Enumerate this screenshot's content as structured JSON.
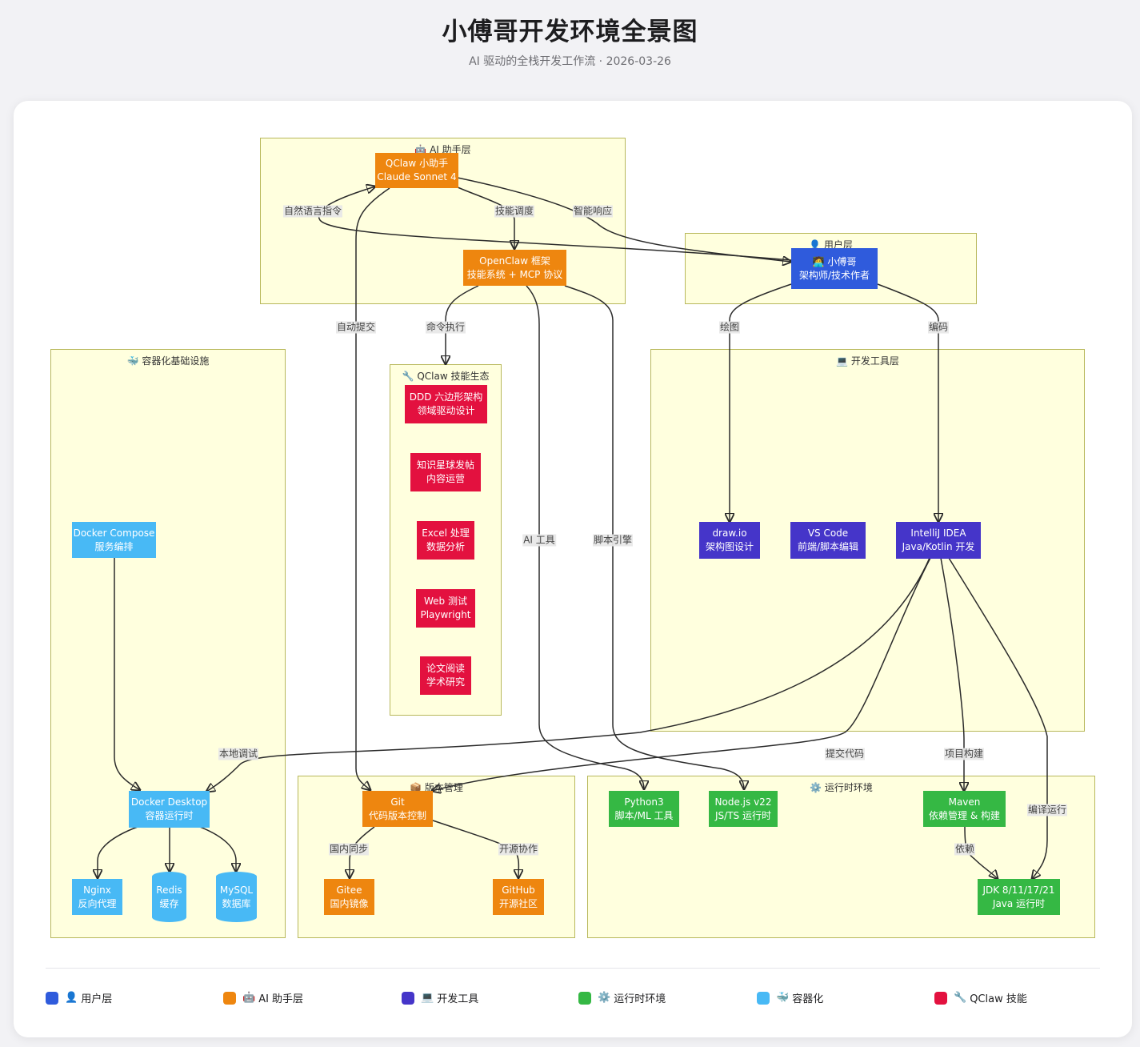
{
  "header": {
    "title": "小傅哥开发环境全景图",
    "subtitle": "AI 驱动的全栈开发工作流 · 2026-03-26"
  },
  "colors": {
    "user": "#2f5bdc",
    "ai": "#ee860f",
    "dev": "#4535c9",
    "runtime": "#35b844",
    "container": "#48b9f5",
    "skill": "#e3113f",
    "cluster_fill": "#ffffde",
    "cluster_border": "#b8b85c"
  },
  "clusters": {
    "ai": {
      "icon": "🤖",
      "label": "AI 助手层"
    },
    "user": {
      "icon": "👤",
      "label": "用户层"
    },
    "skills": {
      "icon": "🔧",
      "label": "QClaw 技能生态"
    },
    "dev": {
      "icon": "💻",
      "label": "开发工具层"
    },
    "container": {
      "icon": "🐳",
      "label": "容器化基础设施"
    },
    "vcs": {
      "icon": "📦",
      "label": "版本管理"
    },
    "runtime": {
      "icon": "⚙️",
      "label": "运行时环境"
    }
  },
  "nodes": {
    "qclaw": {
      "line1": "QClaw 小助手",
      "line2": "Claude Sonnet 4"
    },
    "openclaw": {
      "line1": "OpenClaw 框架",
      "line2": "技能系统 + MCP 协议"
    },
    "user": {
      "line1": "🧑‍💻 小傅哥",
      "line2": "架构师/技术作者"
    },
    "ddd": {
      "line1": "DDD 六边形架构",
      "line2": "领域驱动设计"
    },
    "zsxq": {
      "line1": "知识星球发帖",
      "line2": "内容运营"
    },
    "excel": {
      "line1": "Excel 处理",
      "line2": "数据分析"
    },
    "web": {
      "line1": "Web 测试",
      "line2": "Playwright"
    },
    "paper": {
      "line1": "论文阅读",
      "line2": "学术研究"
    },
    "drawio": {
      "line1": "draw.io",
      "line2": "架构图设计"
    },
    "vscode": {
      "line1": "VS Code",
      "line2": "前端/脚本编辑"
    },
    "idea": {
      "line1": "IntelliJ IDEA",
      "line2": "Java/Kotlin 开发"
    },
    "compose": {
      "line1": "Docker Compose",
      "line2": "服务编排"
    },
    "docker": {
      "line1": "Docker Desktop",
      "line2": "容器运行时"
    },
    "nginx": {
      "line1": "Nginx",
      "line2": "反向代理"
    },
    "redis": {
      "line1": "Redis",
      "line2": "缓存"
    },
    "mysql": {
      "line1": "MySQL",
      "line2": "数据库"
    },
    "git": {
      "line1": "Git",
      "line2": "代码版本控制"
    },
    "gitee": {
      "line1": "Gitee",
      "line2": "国内镜像"
    },
    "github": {
      "line1": "GitHub",
      "line2": "开源社区"
    },
    "python": {
      "line1": "Python3",
      "line2": "脚本/ML 工具"
    },
    "node": {
      "line1": "Node.js v22",
      "line2": "JS/TS 运行时"
    },
    "maven": {
      "line1": "Maven",
      "line2": "依赖管理 & 构建"
    },
    "jdk": {
      "line1": "JDK 8/11/17/21",
      "line2": "Java 运行时"
    }
  },
  "edges": [
    {
      "from": "user",
      "to": "qclaw",
      "label": "自然语言指令"
    },
    {
      "from": "qclaw",
      "to": "openclaw",
      "label": "技能调度"
    },
    {
      "from": "qclaw",
      "to": "user",
      "label": "智能响应"
    },
    {
      "from": "qclaw",
      "to": "git",
      "label": "自动提交"
    },
    {
      "from": "openclaw",
      "to": "skills",
      "label": "命令执行"
    },
    {
      "from": "openclaw",
      "to": "python",
      "label": "AI 工具"
    },
    {
      "from": "openclaw",
      "to": "node",
      "label": "脚本引擎"
    },
    {
      "from": "user",
      "to": "drawio",
      "label": "绘图"
    },
    {
      "from": "user",
      "to": "idea",
      "label": "编码"
    },
    {
      "from": "idea",
      "to": "docker",
      "label": "本地调试"
    },
    {
      "from": "idea",
      "to": "git",
      "label": "提交代码"
    },
    {
      "from": "idea",
      "to": "maven",
      "label": "项目构建"
    },
    {
      "from": "idea",
      "to": "jdk",
      "label": "编译运行"
    },
    {
      "from": "maven",
      "to": "jdk",
      "label": "依赖"
    },
    {
      "from": "compose",
      "to": "docker",
      "label": ""
    },
    {
      "from": "docker",
      "to": "nginx",
      "label": ""
    },
    {
      "from": "docker",
      "to": "redis",
      "label": ""
    },
    {
      "from": "docker",
      "to": "mysql",
      "label": ""
    },
    {
      "from": "git",
      "to": "gitee",
      "label": "国内同步"
    },
    {
      "from": "git",
      "to": "github",
      "label": "开源协作"
    }
  ],
  "legend": [
    {
      "key": "user",
      "icon": "👤",
      "label": "用户层",
      "color": "#2f5bdc"
    },
    {
      "key": "ai",
      "icon": "🤖",
      "label": "AI 助手层",
      "color": "#ee860f"
    },
    {
      "key": "dev",
      "icon": "💻",
      "label": "开发工具",
      "color": "#4535c9"
    },
    {
      "key": "runtime",
      "icon": "⚙️",
      "label": "运行时环境",
      "color": "#35b844"
    },
    {
      "key": "container",
      "icon": "🐳",
      "label": "容器化",
      "color": "#48b9f5"
    },
    {
      "key": "skill",
      "icon": "🔧",
      "label": "QClaw 技能",
      "color": "#e3113f"
    }
  ]
}
